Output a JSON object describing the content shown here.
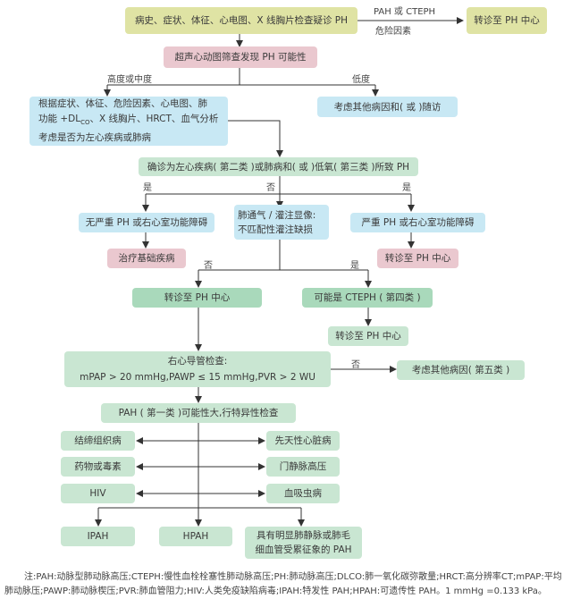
{
  "boxes": {
    "suspect": "病史、症状、体征、心电图、X 线胸片检查疑诊 PH",
    "refer_top": "转诊至 PH 中心",
    "echo": "超声心动图筛查发现 PH 可能性",
    "assess_1": "根据症状、体征、危险因素、心电图、肺",
    "assess_2a": "功能 +DL",
    "assess_2sub": "CO",
    "assess_2b": "、X 线胸片、HRCT、血气分析",
    "assess_3": "考虑是否为左心疾病或肺病",
    "other_followup": "考虑其他病因和( 或 )随访",
    "confirmed": "确诊为左心疾病( 第二类 )或肺病和( 或 )低氧( 第三类 )所致 PH",
    "no_severe": "无严重 PH 或右心室功能障碍",
    "vq_1": "肺通气 / 灌注显像:",
    "vq_2": "不匹配性灌注缺损",
    "severe": "严重 PH 或右心室功能障碍",
    "treat": "治疗基础疾病",
    "refer_severe": "转诊至 PH 中心",
    "refer_mid": "转诊至 PH 中心",
    "cteph": "可能是 CTEPH ( 第四类 )",
    "refer_cteph": "转诊至 PH 中心",
    "rhc_1": "右心导管检查:",
    "rhc_2": "mPAP > 20 mmHg,PAWP ≤ 15 mmHg,PVR > 2 WU",
    "group5": "考虑其他病因( 第五类 )",
    "pah": "PAH ( 第一类 )可能性大,行特异性检查",
    "ctd": "结缔组织病",
    "chd": "先天性心脏病",
    "drugs": "药物或毒素",
    "portal": "门静脉高压",
    "hiv": "HIV",
    "schisto": "血吸虫病",
    "ipah": "IPAH",
    "hpah": "HPAH",
    "pvod_1": "具有明显肺静脉或肺毛",
    "pvod_2": "细血管受累征象的 PAH"
  },
  "labels": {
    "pah_cteph": "PAH 或 CTEPH",
    "risk": "危险因素",
    "high_mid": "高度或中度",
    "low": "低度",
    "yes": "是",
    "no": "否"
  },
  "note": "注:PAH:动脉型肺动脉高压;CTEPH:慢性血栓栓塞性肺动脉高压;PH:肺动脉高压;DLCO:肺一氧化碳弥散量;HRCT:高分辨率CT;mPAP:平均肺动脉压;PAWP:肺动脉楔压;PVR:肺血管阻力;HIV:人类免疫缺陷病毒;IPAH:特发性 PAH;HPAH:可遗传性 PAH。1 mmHg =0.133 kPa。"
}
